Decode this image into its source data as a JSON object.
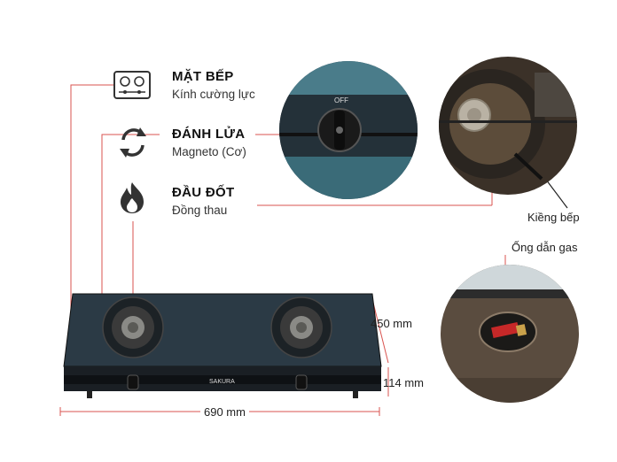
{
  "features": [
    {
      "icon": "cooktop-icon",
      "title": "MẶT BẾP",
      "subtitle": "Kính cường lực"
    },
    {
      "icon": "refresh-icon",
      "title": "ĐÁNH LỬA",
      "subtitle": "Magneto (Cơ)"
    },
    {
      "icon": "flame-icon",
      "title": "ĐẦU ĐỐT",
      "subtitle": "Đồng thau"
    }
  ],
  "callouts": {
    "pot_support": "Kiềng bếp",
    "gas_pipe": "Ống dẫn gas"
  },
  "dimensions": {
    "depth": "450 mm",
    "height": "114 mm",
    "width": "690 mm"
  },
  "product": {
    "brand": "SAKURA",
    "knob_label": "OFF"
  },
  "colors": {
    "accent_line": "#d9534f",
    "glass": "#2b3a45"
  }
}
